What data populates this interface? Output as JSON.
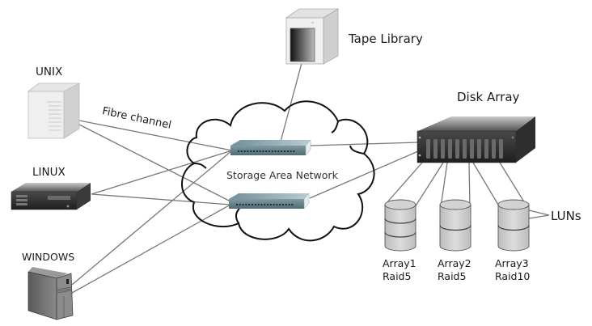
{
  "diagram": {
    "hosts": [
      {
        "id": "unix",
        "label": "UNIX"
      },
      {
        "id": "linux",
        "label": "LINUX"
      },
      {
        "id": "windows",
        "label": "WINDOWS"
      }
    ],
    "link_label": "Fibre channel",
    "network_label": "Storage Area Network",
    "tape_library_label": "Tape Library",
    "disk_array_label": "Disk Array",
    "luns_label": "LUNs",
    "arrays": [
      {
        "name": "Array1",
        "raid": "Raid5",
        "luns": 3
      },
      {
        "name": "Array2",
        "raid": "Raid5",
        "luns": 2
      },
      {
        "name": "Array3",
        "raid": "Raid10",
        "luns": 2
      }
    ],
    "colors": {
      "line": "#777777",
      "cloud_stroke": "#111111",
      "switch_top": "#a9c0c6",
      "switch_front": "#5f7d86",
      "disk_fill": "#d2d2d2",
      "disk_stroke": "#555555"
    }
  }
}
